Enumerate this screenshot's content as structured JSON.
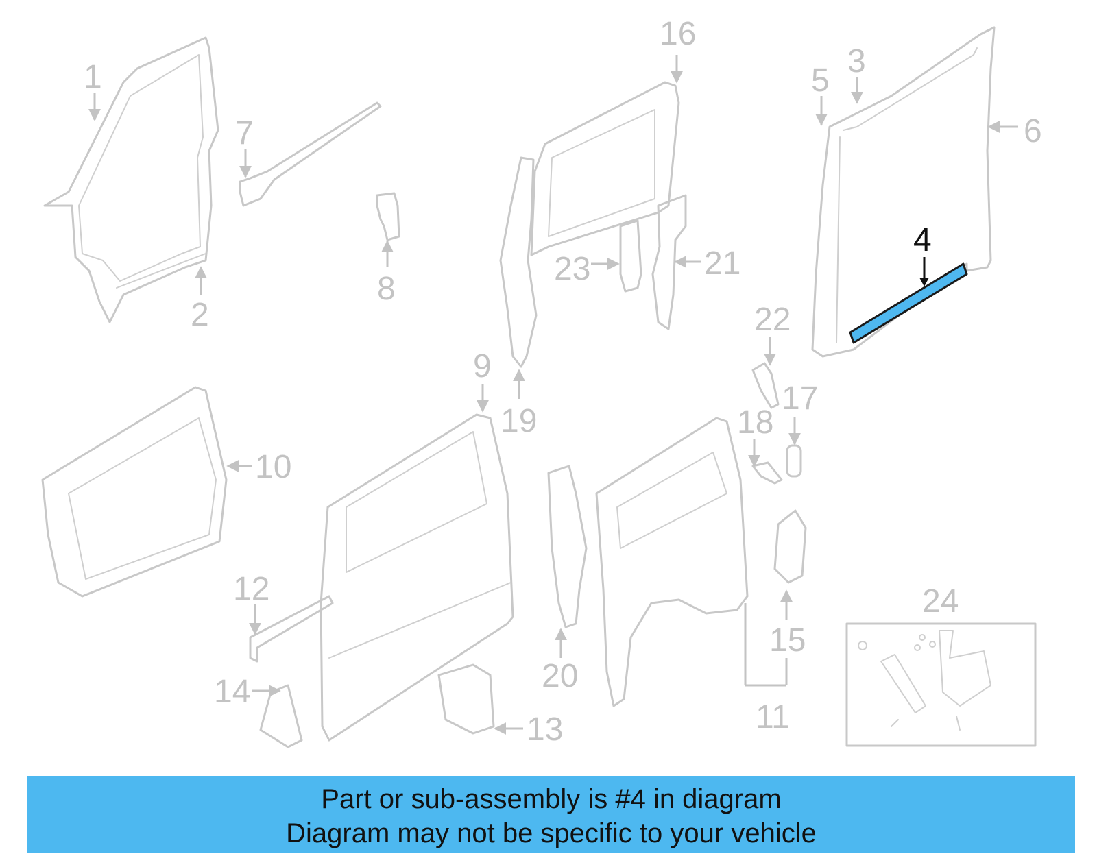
{
  "highlight": {
    "number": "4",
    "color": "#4db8f0"
  },
  "callouts": [
    "1",
    "2",
    "3",
    "5",
    "6",
    "7",
    "8",
    "9",
    "10",
    "11",
    "12",
    "13",
    "14",
    "15",
    "16",
    "17",
    "18",
    "19",
    "20",
    "21",
    "22",
    "23",
    "24"
  ],
  "footer": {
    "line1": "Part or sub-assembly is #4 in diagram",
    "line2": "Diagram may not be specific to your vehicle"
  }
}
